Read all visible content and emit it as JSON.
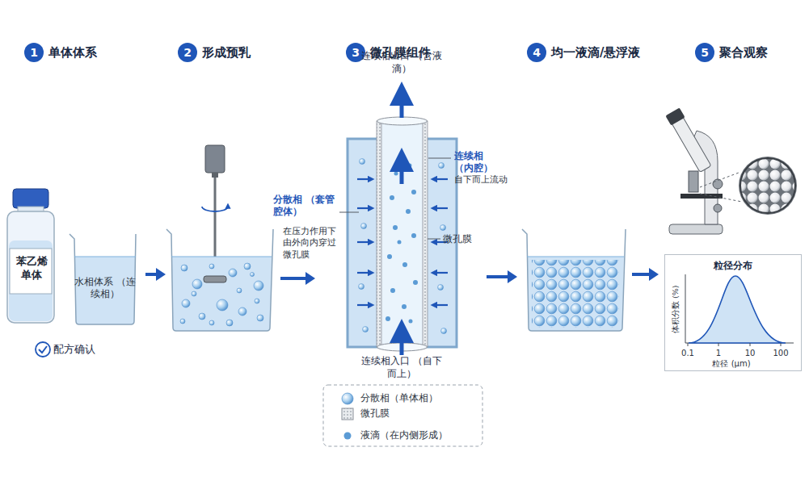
{
  "diagram": {
    "nodes": [
      {
        "text": [
          "1",
          "单体体系"
        ]
      },
      {
        "text": [
          "苯乙烯 单体"
        ],
        "in": 0
      },
      {
        "text": [
          "水相体系 （连续相）"
        ],
        "in": 0
      },
      {
        "text": [
          "2",
          "形成预乳"
        ]
      },
      {
        "text": [
          "3",
          "微孔膜组件"
        ]
      },
      {
        "text": [
          "4",
          "均一液滴/悬浮液"
        ]
      },
      {
        "text": [
          "5",
          "聚合观察"
        ]
      },
      {
        "text": [
          "粒径分布"
        ],
        "in": 6
      }
    ],
    "edges": [
      {
        "from": 0,
        "to": 3,
        "arrow": "to"
      },
      {
        "from": 3,
        "to": 4,
        "arrow": "to"
      },
      {
        "from": 4,
        "to": 5,
        "arrow": "to"
      },
      {
        "from": 5,
        "to": 6,
        "arrow": "to"
      }
    ],
    "labels": [
      "配方确认",
      "连续相出口 （含液滴）",
      "连续相 （内腔）",
      "自下而上流动",
      "分散相 （套管腔体）",
      "在压力作用下 由外向内穿过 微孔膜",
      "微孔膜",
      "连续相入口 （自下而上）",
      "体积分数 (%)",
      "0.1",
      "1",
      "10",
      "100",
      "粒径 (μm)"
    ],
    "legend": [
      {
        "text": "分散相（单体相）"
      },
      {
        "text": "微孔膜"
      },
      {
        "text": "液滴（在内侧形成）"
      }
    ]
  }
}
